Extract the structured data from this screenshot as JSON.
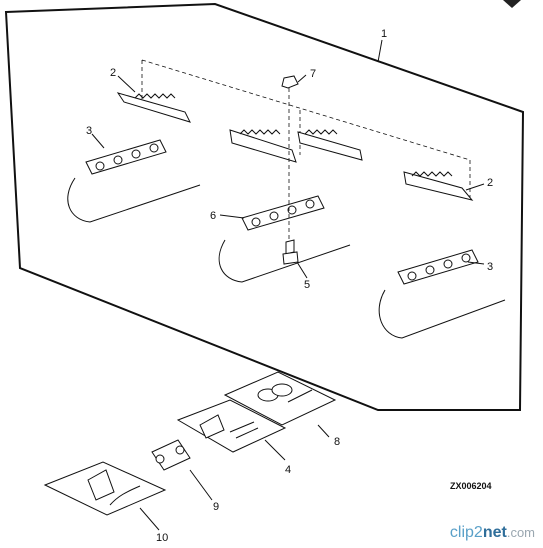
{
  "diagram": {
    "callouts": [
      "1",
      "2",
      "2",
      "3",
      "3",
      "4",
      "5",
      "6",
      "7",
      "8",
      "9",
      "10"
    ],
    "reference_code": "ZX006204"
  },
  "watermark": {
    "part1": "clip2",
    "part2": "net",
    "part3": ".com"
  }
}
